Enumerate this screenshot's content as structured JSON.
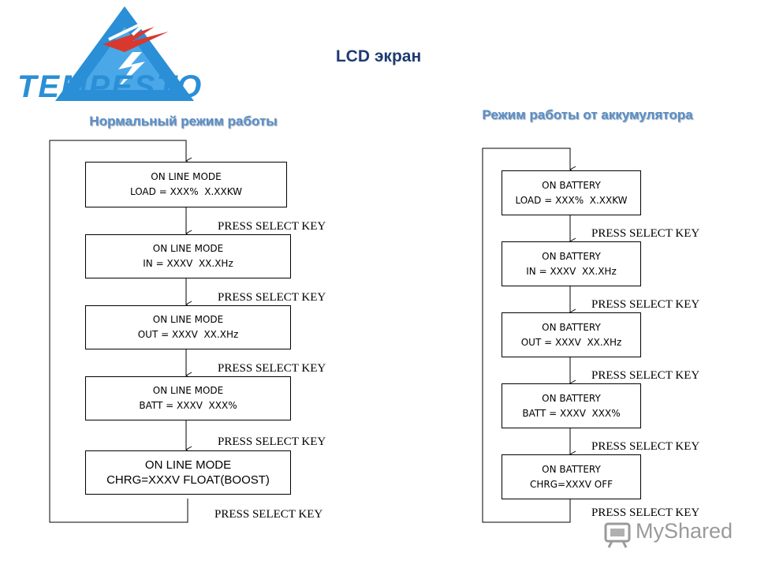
{
  "title": "LCD экран",
  "logo_text": "TEMPESTO",
  "watermark_text": "MyShared",
  "sections": {
    "normal": {
      "title": "Нормальный режим работы",
      "boxes": [
        {
          "line1": "ON LINE MODE",
          "line2": "LOAD = XXX%  X.XXKW"
        },
        {
          "line1": "ON LINE MODE",
          "line2": "IN = XXXV  XX.XHz"
        },
        {
          "line1": "ON LINE MODE",
          "line2": "OUT = XXXV  XX.XHz"
        },
        {
          "line1": "ON LINE MODE",
          "line2": "BATT = XXXV  XXX%"
        },
        {
          "line1": "ON LINE MODE",
          "line2": "CHRG=XXXV FLOAT(BOOST)"
        }
      ],
      "press_label": "PRESS SELECT KEY"
    },
    "battery": {
      "title": "Режим работы от аккумулятора",
      "boxes": [
        {
          "line1": "ON BATTERY",
          "line2": "LOAD = XXX%  X.XXKW"
        },
        {
          "line1": "ON BATTERY",
          "line2": "IN = XXXV  XX.XHz"
        },
        {
          "line1": "ON BATTERY",
          "line2": "OUT = XXXV  XX.XHz"
        },
        {
          "line1": "ON BATTERY",
          "line2": "BATT = XXXV  XXX%"
        },
        {
          "line1": "ON BATTERY",
          "line2": "CHRG=XXXV OFF"
        }
      ],
      "press_label": "PRESS SELECT KEY"
    }
  },
  "colors": {
    "title": "#1f3b73",
    "section_title": "#5b8fc7",
    "logo_blue": "#2a8fd6",
    "logo_red": "#d9382e",
    "watermark": "#9a9a9a"
  }
}
